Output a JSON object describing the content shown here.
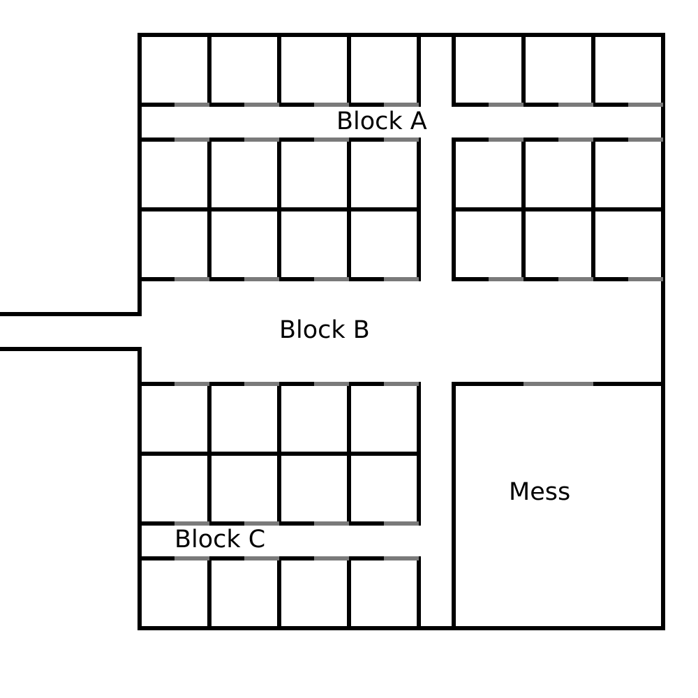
{
  "labels": {
    "block_a": "Block A",
    "block_b": "Block B",
    "block_c": "Block C",
    "mess": "Mess"
  },
  "colors": {
    "wall": "#000000",
    "door": "#7a7a7a",
    "background": "#ffffff"
  }
}
